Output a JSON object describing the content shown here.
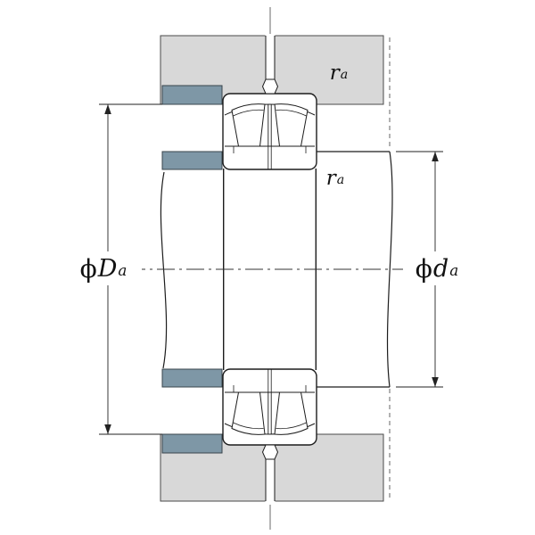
{
  "figure": {
    "labels": {
      "housing_shoulder_diameter": {
        "symbol": "ϕ",
        "letter": "D",
        "subscript": "a"
      },
      "shaft_shoulder_diameter": {
        "symbol": "ϕ",
        "letter": "d",
        "subscript": "a"
      },
      "fillet_radius_top": {
        "letter": "r",
        "subscript": "a"
      },
      "fillet_radius_middle": {
        "letter": "r",
        "subscript": "a"
      }
    },
    "colors": {
      "housing_fill": "#d8d8d8",
      "abutment_fill": "#7e97a6",
      "line": "#1c1c1c",
      "background": "#ffffff"
    }
  }
}
